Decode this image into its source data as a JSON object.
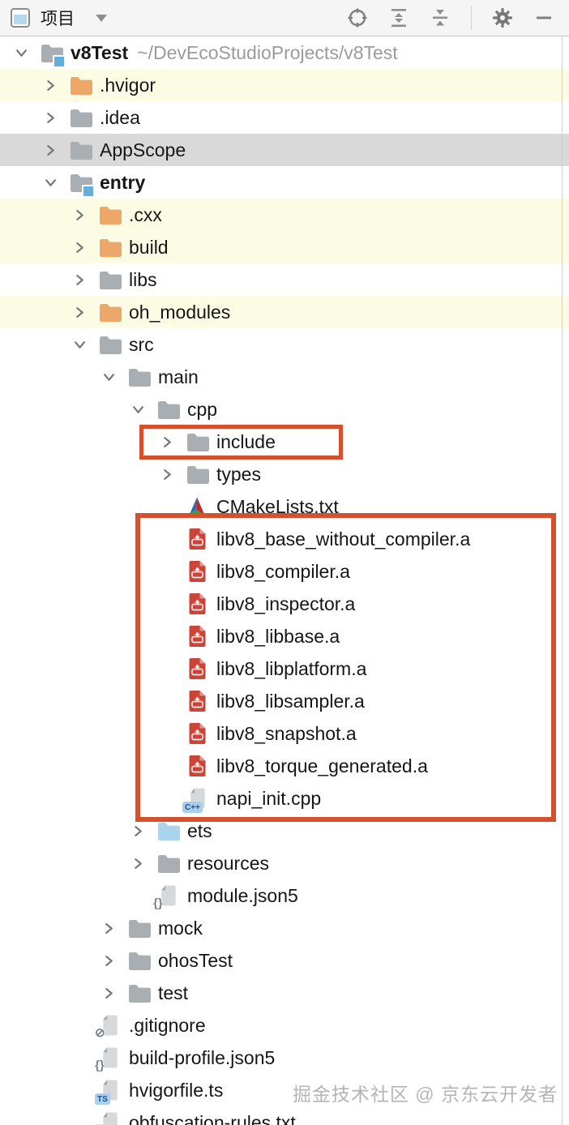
{
  "header": {
    "tool_label": "项目",
    "icons": [
      {
        "name": "locate-file-icon"
      },
      {
        "name": "expand-all-icon"
      },
      {
        "name": "collapse-all-icon"
      },
      {
        "name": "settings-gear-icon"
      },
      {
        "name": "hide-panel-icon"
      }
    ]
  },
  "tree": {
    "rows": [
      {
        "label": "v8Test",
        "suffix": "~/DevEcoStudioProjects/v8Test",
        "level": 0,
        "icon": "folder-module",
        "chevron": "expanded",
        "bold": true,
        "bg": "white"
      },
      {
        "label": ".hvigor",
        "level": 1,
        "icon": "folder-excluded",
        "chevron": "collapsed",
        "bg": "yellow"
      },
      {
        "label": ".idea",
        "level": 1,
        "icon": "folder",
        "chevron": "collapsed",
        "bg": "white"
      },
      {
        "label": "AppScope",
        "level": 1,
        "icon": "folder",
        "chevron": "collapsed",
        "bg": "selected"
      },
      {
        "label": "entry",
        "level": 1,
        "icon": "folder-module",
        "chevron": "expanded",
        "bold": true,
        "bg": "white"
      },
      {
        "label": ".cxx",
        "level": 2,
        "icon": "folder-excluded",
        "chevron": "collapsed",
        "bg": "yellow"
      },
      {
        "label": "build",
        "level": 2,
        "icon": "folder-excluded",
        "chevron": "collapsed",
        "bg": "yellow"
      },
      {
        "label": "libs",
        "level": 2,
        "icon": "folder",
        "chevron": "collapsed",
        "bg": "white"
      },
      {
        "label": "oh_modules",
        "level": 2,
        "icon": "folder-excluded",
        "chevron": "collapsed",
        "bg": "yellow"
      },
      {
        "label": "src",
        "level": 2,
        "icon": "folder",
        "chevron": "expanded",
        "bg": "white"
      },
      {
        "label": "main",
        "level": 3,
        "icon": "folder",
        "chevron": "expanded",
        "bg": "white"
      },
      {
        "label": "cpp",
        "level": 4,
        "icon": "folder",
        "chevron": "expanded",
        "bg": "white"
      },
      {
        "label": "include",
        "level": 5,
        "icon": "folder",
        "chevron": "collapsed",
        "bg": "white"
      },
      {
        "label": "types",
        "level": 5,
        "icon": "folder",
        "chevron": "collapsed",
        "bg": "white"
      },
      {
        "label": "CMakeLists.txt",
        "level": 5,
        "icon": "file-cmake",
        "bg": "white"
      },
      {
        "label": "libv8_base_without_compiler.a",
        "level": 5,
        "icon": "file-archive",
        "bg": "white"
      },
      {
        "label": "libv8_compiler.a",
        "level": 5,
        "icon": "file-archive",
        "bg": "white"
      },
      {
        "label": "libv8_inspector.a",
        "level": 5,
        "icon": "file-archive",
        "bg": "white"
      },
      {
        "label": "libv8_libbase.a",
        "level": 5,
        "icon": "file-archive",
        "bg": "white"
      },
      {
        "label": "libv8_libplatform.a",
        "level": 5,
        "icon": "file-archive",
        "bg": "white"
      },
      {
        "label": "libv8_libsampler.a",
        "level": 5,
        "icon": "file-archive",
        "bg": "white"
      },
      {
        "label": "libv8_snapshot.a",
        "level": 5,
        "icon": "file-archive",
        "bg": "white"
      },
      {
        "label": "libv8_torque_generated.a",
        "level": 5,
        "icon": "file-archive",
        "bg": "white"
      },
      {
        "label": "napi_init.cpp",
        "level": 5,
        "icon": "file-cpp",
        "bg": "white"
      },
      {
        "label": "ets",
        "level": 4,
        "icon": "folder-sources",
        "chevron": "collapsed",
        "bg": "white"
      },
      {
        "label": "resources",
        "level": 4,
        "icon": "folder",
        "chevron": "collapsed",
        "bg": "white"
      },
      {
        "label": "module.json5",
        "level": 4,
        "icon": "file-json5",
        "bg": "white"
      },
      {
        "label": "mock",
        "level": 3,
        "icon": "folder",
        "chevron": "collapsed",
        "bg": "white"
      },
      {
        "label": "ohosTest",
        "level": 3,
        "icon": "folder",
        "chevron": "collapsed",
        "bg": "white"
      },
      {
        "label": "test",
        "level": 3,
        "icon": "folder",
        "chevron": "collapsed",
        "bg": "white"
      },
      {
        "label": ".gitignore",
        "level": 2,
        "icon": "file-ignore",
        "bg": "white"
      },
      {
        "label": "build-profile.json5",
        "level": 2,
        "icon": "file-json5",
        "bg": "white"
      },
      {
        "label": "hvigorfile.ts",
        "level": 2,
        "icon": "file-ts",
        "bg": "white"
      },
      {
        "label": "obfuscation-rules.txt",
        "level": 2,
        "icon": "file-text",
        "bg": "white"
      }
    ]
  },
  "annotations": {
    "color": "#d5512d",
    "boxes": [
      {
        "name": "include-highlight-box"
      },
      {
        "name": "v8-libraries-highlight-box"
      }
    ]
  },
  "watermark": "掘金技术社区 @ 京东云开发者",
  "colors": {
    "row_highlight_yellow": "#fcfce4",
    "row_selected_gray": "#d9d9d9",
    "folder_gray": "#a9aeb3",
    "folder_excluded_orange": "#eda768",
    "folder_sources_blue": "#a8d4ec",
    "module_badge_blue": "#62aede",
    "archive_file_red": "#c9453a",
    "annotation_orange": "#d5512d"
  }
}
